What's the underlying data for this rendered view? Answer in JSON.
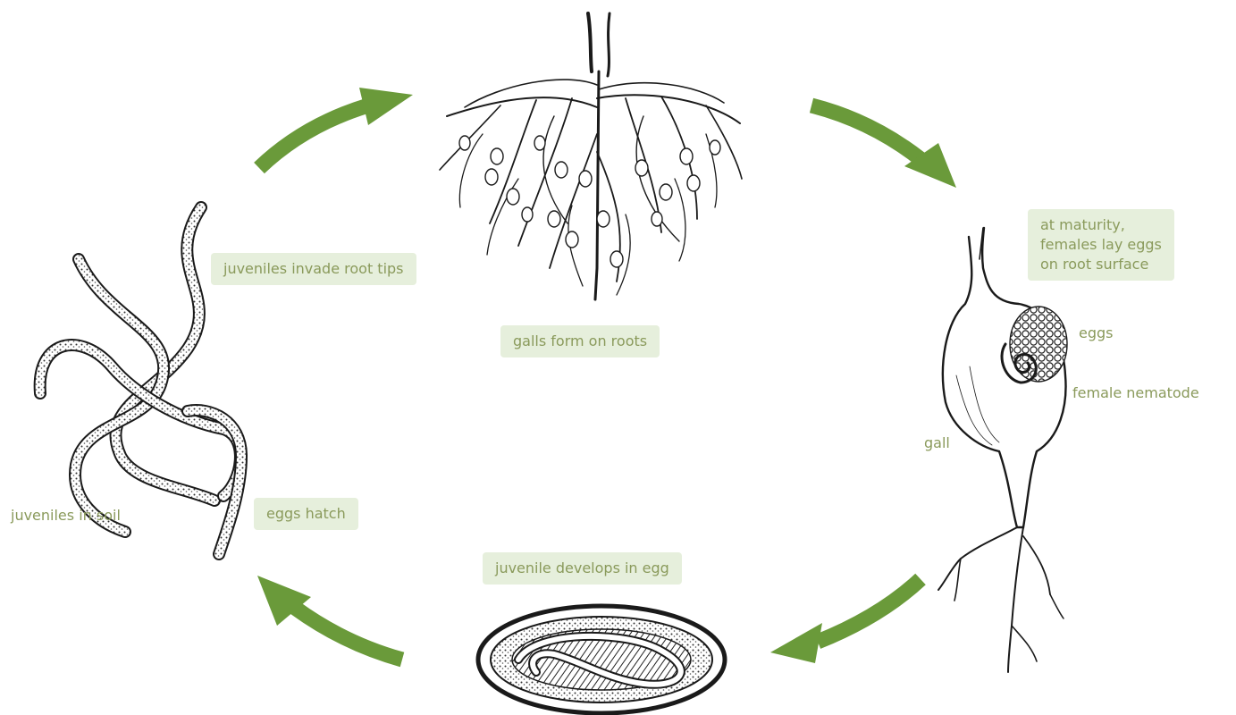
{
  "colors": {
    "arrow": "#6a9a3a",
    "label_text": "#8a9a5b",
    "label_box": "#e6efdc",
    "ink": "#1a1a1a"
  },
  "labels": {
    "juveniles_invade": "juveniles invade root tips",
    "galls_form": "galls form on roots",
    "maturity_line1": "at maturity,",
    "maturity_line2": "females lay eggs",
    "maturity_line3": "on root surface",
    "eggs": "eggs",
    "female_nematode": "female nematode",
    "gall": "gall",
    "juvenile_develops": "juvenile develops in egg",
    "eggs_hatch": "eggs hatch",
    "juveniles_in_soil": "juveniles in soil"
  },
  "illustrations": [
    "nematode-juveniles",
    "galled-root-system",
    "gall-with-female-nematode",
    "egg-with-juvenile"
  ],
  "arrows": [
    "soil-to-roots-arrow",
    "roots-to-gall-arrow",
    "gall-to-egg-arrow",
    "egg-to-soil-arrow"
  ]
}
